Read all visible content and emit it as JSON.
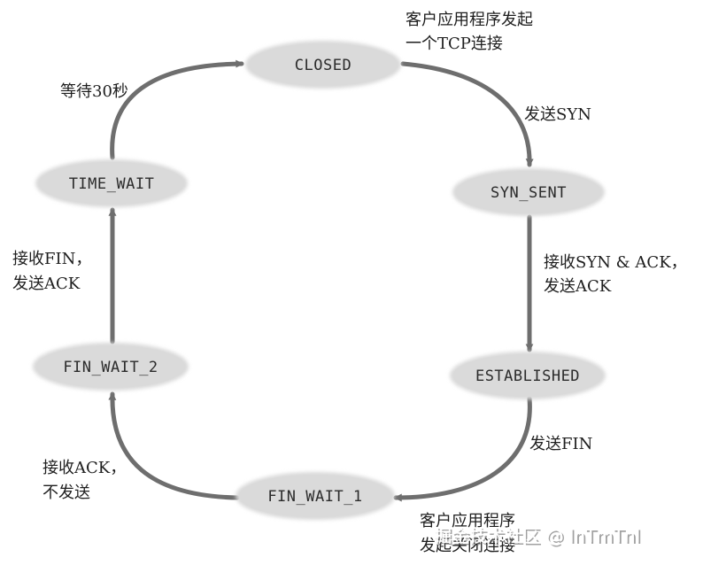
{
  "states": {
    "closed": "CLOSED",
    "syn_sent": "SYN_SENT",
    "established": "ESTABLISHED",
    "fin_wait_1": "FIN_WAIT_1",
    "fin_wait_2": "FIN_WAIT_2",
    "time_wait": "TIME_WAIT"
  },
  "transitions": {
    "client_start": [
      "客户应用程序发起",
      "一个TCP连接"
    ],
    "send_syn": "发送SYN",
    "recv_syn_ack": [
      "接收SYN & ACK，",
      "发送ACK"
    ],
    "send_fin": "发送FIN",
    "client_close": [
      "客户应用程序",
      "发起关闭连接"
    ],
    "recv_ack": [
      "接收ACK，",
      "不发送"
    ],
    "recv_fin": [
      "接收FIN，",
      "发送ACK"
    ],
    "wait_30s": "等待30秒"
  },
  "watermark": "掘金技术社区 @ lnTmTnl",
  "colors": {
    "node_fill": "#d9d9d9",
    "arrow": "#6e6e6e",
    "text": "#1e1e1e"
  }
}
